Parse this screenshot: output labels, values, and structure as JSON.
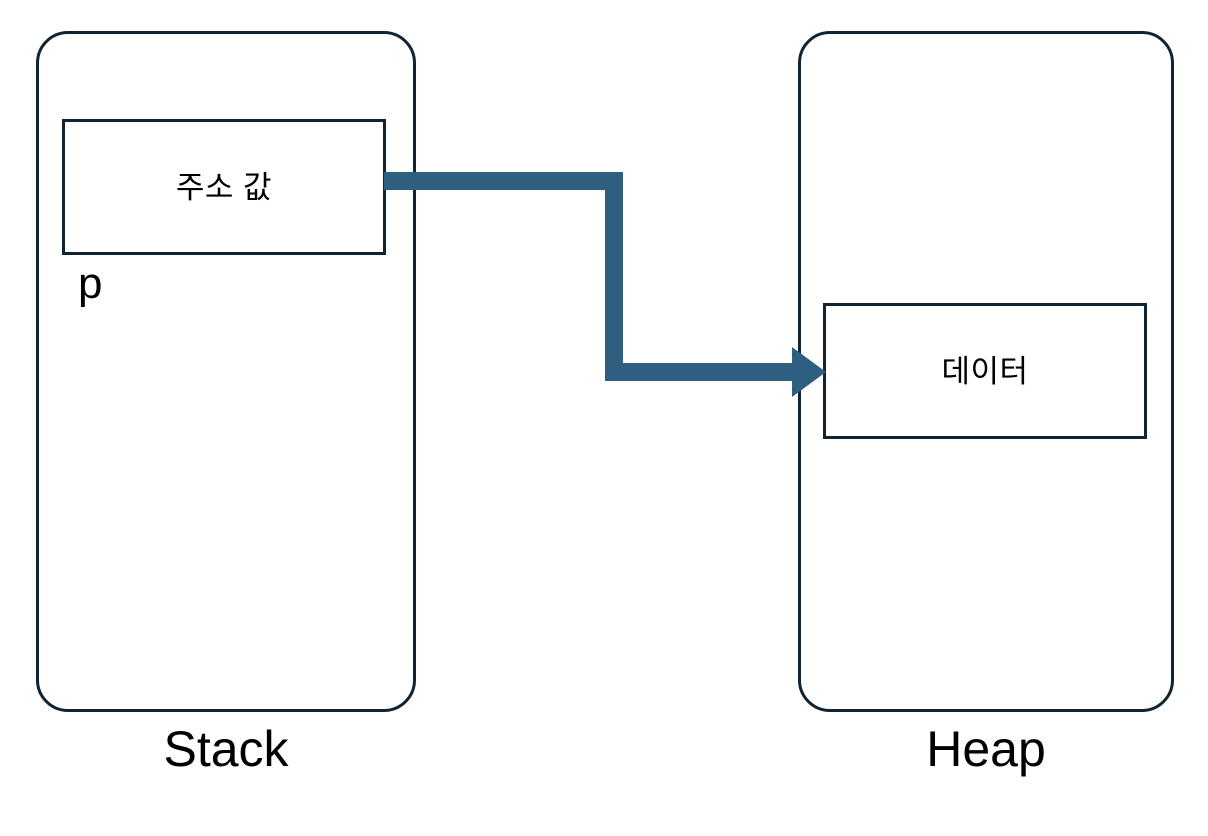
{
  "diagram": {
    "title_concept": "pointer-stack-heap",
    "colors": {
      "outline": "#102433",
      "arrow": "#2E5F80",
      "background": "#FFFFFF",
      "text": "#000000"
    },
    "stack": {
      "label": "Stack",
      "variable_label": "p",
      "cell_text": "주소 값"
    },
    "heap": {
      "label": "Heap",
      "cell_text": "데이터"
    },
    "connector": {
      "name": "address-to-data-arrow",
      "kind": "elbow-arrow",
      "from": "주소 값",
      "to": "데이터"
    }
  }
}
